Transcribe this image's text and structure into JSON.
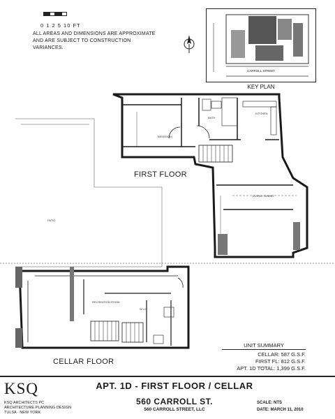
{
  "scale": {
    "ticks": "0 1 2   5   10 FT"
  },
  "note": "ALL AREAS AND DIMENSIONS ARE APPROXIMATE AND ARE SUBJECT TO CONSTRUCTION VARIANCES.",
  "key_plan": {
    "label": "KEY PLAN",
    "street": "CARROLL STREET"
  },
  "floors": {
    "first": "FIRST FLOOR",
    "cellar": "CELLAR FLOOR"
  },
  "rooms": {
    "bedroom": "BEDROOM",
    "kitchen": "KITCHEN",
    "living": "LIVING / DINING",
    "patio": "PATIO",
    "recreation": "RECREATION ROOM",
    "bath": "BATH",
    "wic": "W.I.C."
  },
  "summary": {
    "heading": "UNIT SUMMARY",
    "rows": [
      "CELLAR: 587 G.S.F.",
      "FIRST FL: 812 G.S.F.",
      "APT. 1D TOTAL: 1,399 G.S.F."
    ]
  },
  "firm": {
    "logo": "KSQ",
    "line1": "KSQ ARCHITECTS PC",
    "line2": "ARCHITECTURE·PLANNING·DESIGN",
    "line3": "TULSA · NEW YORK"
  },
  "title_block": {
    "title": "APT. 1D - FIRST FLOOR / CELLAR",
    "address": "560 CARROLL ST.",
    "owner": "560 CARROLL STREET, LLC",
    "scale": "SCALE: NTS",
    "date": "DATE:  MARCH 11, 2010"
  }
}
